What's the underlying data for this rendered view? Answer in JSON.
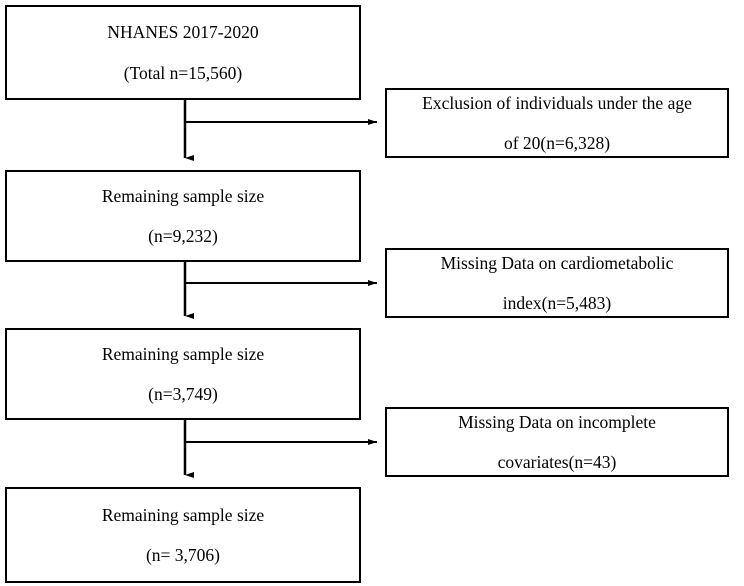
{
  "diagram": {
    "title": "NHANES 2017-2020 participant selection flow diagram",
    "type": "flowchart",
    "stroke_color": "#000000",
    "fill_color": "#ffffff",
    "text_color": "#000000"
  },
  "nodes": {
    "source": {
      "line1": "NHANES 2017-2020",
      "line2": "(Total n=15,560)",
      "count": 15560
    },
    "remaining_1": {
      "line1": "Remaining sample size",
      "line2": "(n=9,232)",
      "count": 9232
    },
    "remaining_2": {
      "line1": "Remaining sample size",
      "line2": "(n=3,749)",
      "count": 3749
    },
    "remaining_3": {
      "line1": "Remaining sample size",
      "line2": "(n= 3,706)",
      "count": 3706
    },
    "exclusion_1": {
      "line1": "Exclusion of individuals under the age",
      "line2": "of 20(n=6,328)",
      "count": 6328
    },
    "exclusion_2": {
      "line1": "Missing Data on cardiometabolic",
      "line2": "index(n=5,483)",
      "count": 5483
    },
    "exclusion_3": {
      "line1": "Missing Data on incomplete",
      "line2": "covariates(n=43)",
      "count": 43
    }
  },
  "chart_data": {
    "type": "flowchart",
    "title": "NHANES 2017-2020 participant selection flow diagram",
    "stages": [
      {
        "label": "NHANES 2017-2020 (Total n=15,560)",
        "n": 15560
      },
      {
        "label": "Remaining sample size (n=9,232)",
        "n": 9232
      },
      {
        "label": "Remaining sample size (n=3,749)",
        "n": 3749
      },
      {
        "label": "Remaining sample size (n= 3,706)",
        "n": 3706
      }
    ],
    "exclusions": [
      {
        "label": "Exclusion of individuals under the age of 20(n=6,328)",
        "n": 6328,
        "after_stage": 0
      },
      {
        "label": "Missing Data on cardiometabolic index(n=5,483)",
        "n": 5483,
        "after_stage": 1
      },
      {
        "label": "Missing Data on incomplete covariates(n=43)",
        "n": 43,
        "after_stage": 2
      }
    ]
  }
}
